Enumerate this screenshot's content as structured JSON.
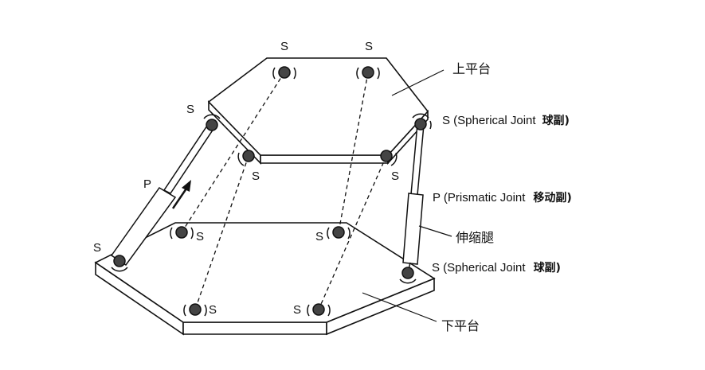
{
  "joint_label": "S",
  "labels": {
    "upper_platform": "上平台",
    "lower_platform": "下平台",
    "leg": "伸缩腿",
    "prismatic_symbol": "P",
    "spherical_upper": {
      "text": "S (Spherical Joint",
      "cn": "球副)"
    },
    "prismatic": {
      "text": "P (Prismatic Joint",
      "cn": "移动副)"
    },
    "spherical_lower": {
      "text": "S (Spherical Joint",
      "cn": "球副)"
    }
  }
}
